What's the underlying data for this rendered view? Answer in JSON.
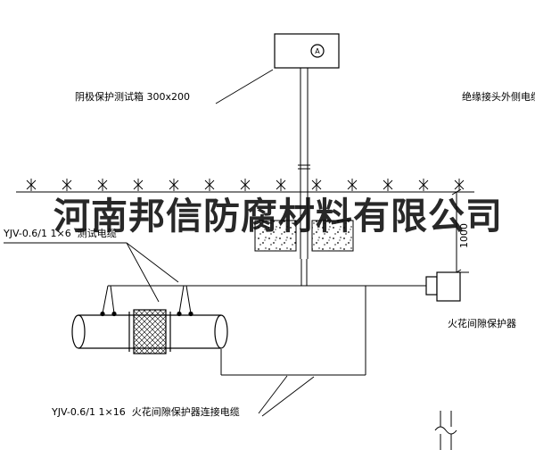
{
  "watermark": {
    "text": "河南邦信防腐材料有限公司"
  },
  "test_box": {
    "label": "阴极保护测试箱 300x200",
    "meter_symbol": "A"
  },
  "cables": {
    "insulated_joint_outer": "绝缘接头外侧电缆",
    "test_cable": "YJV-0.6/1 1×6  测试电缆",
    "protector_cable": "YJV-0.6/1 1×16  火花间隙保护器连接电缆"
  },
  "protector": {
    "label": "火花间隙保护器"
  },
  "dimension": {
    "burial_depth": "1000"
  },
  "colors": {
    "line": "#000000",
    "background": "#ffffff"
  }
}
